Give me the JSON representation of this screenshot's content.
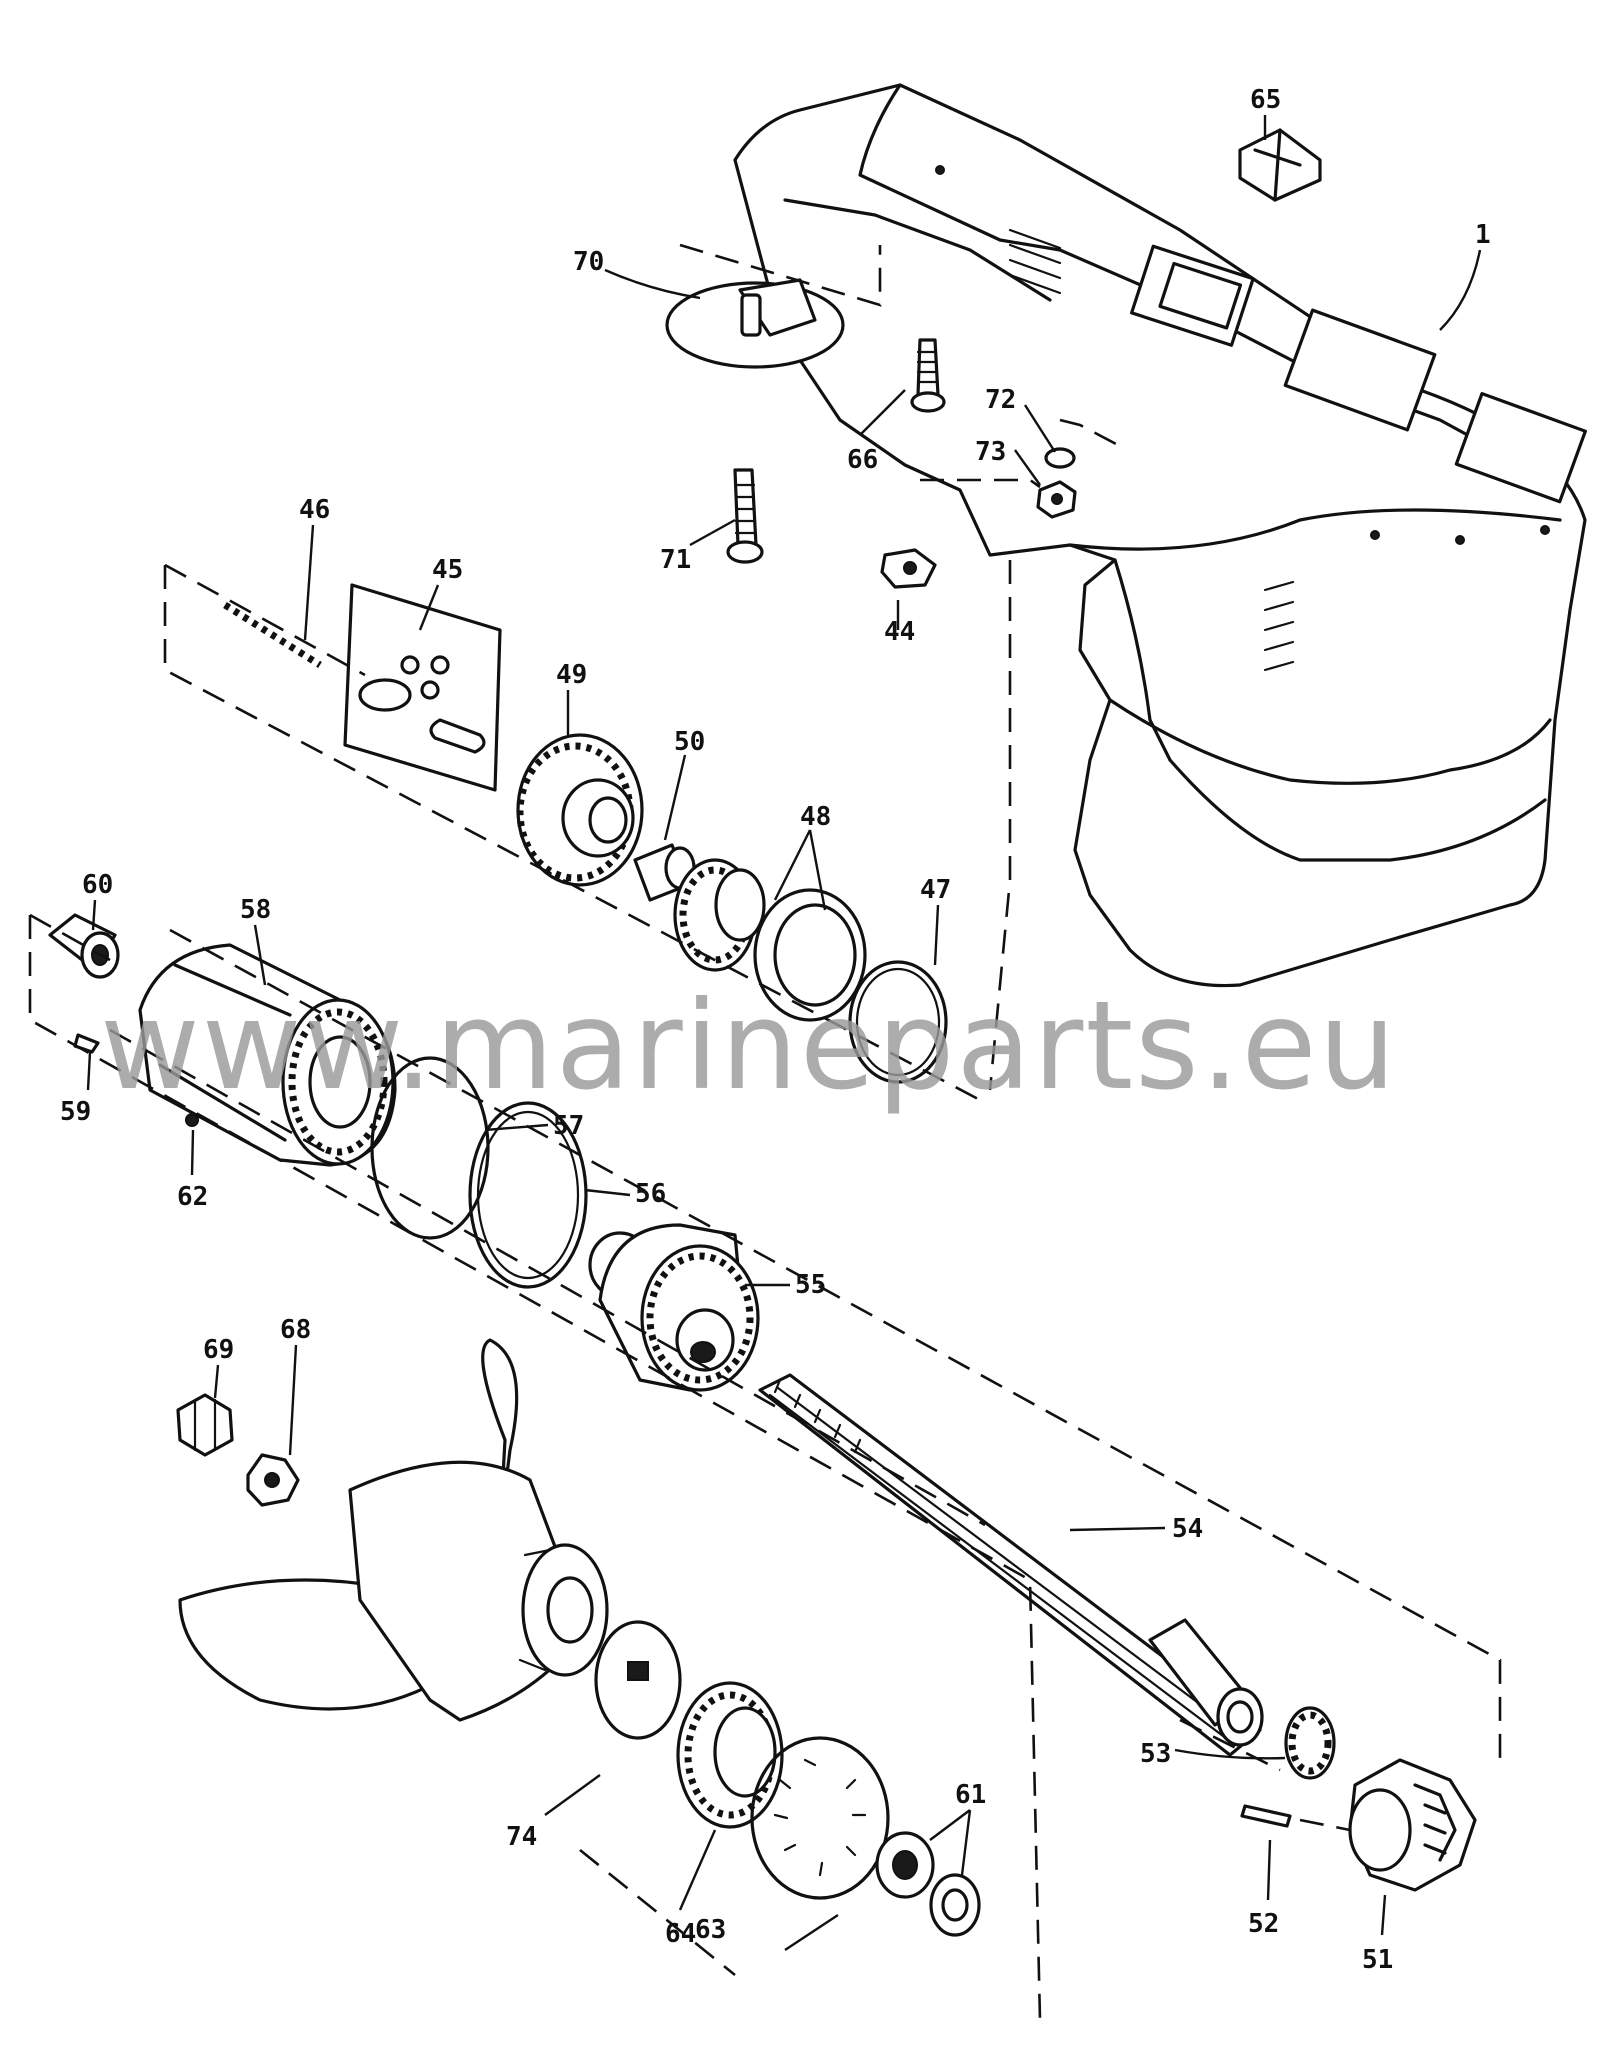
{
  "watermark": "www.marineparts.eu",
  "callouts": {
    "p1": "1",
    "p44": "44",
    "p45": "45",
    "p46": "46",
    "p47": "47",
    "p48": "48",
    "p49": "49",
    "p50": "50",
    "p51": "51",
    "p52": "52",
    "p53": "53",
    "p54": "54",
    "p55": "55",
    "p56": "56",
    "p57": "57",
    "p58": "58",
    "p59": "59",
    "p60": "60",
    "p61": "61",
    "p62": "62",
    "p63": "63",
    "p64": "64",
    "p65": "65",
    "p66": "66",
    "p68": "68",
    "p69": "69",
    "p70": "70",
    "p71": "71",
    "p72": "72",
    "p73": "73",
    "p74": "74"
  }
}
